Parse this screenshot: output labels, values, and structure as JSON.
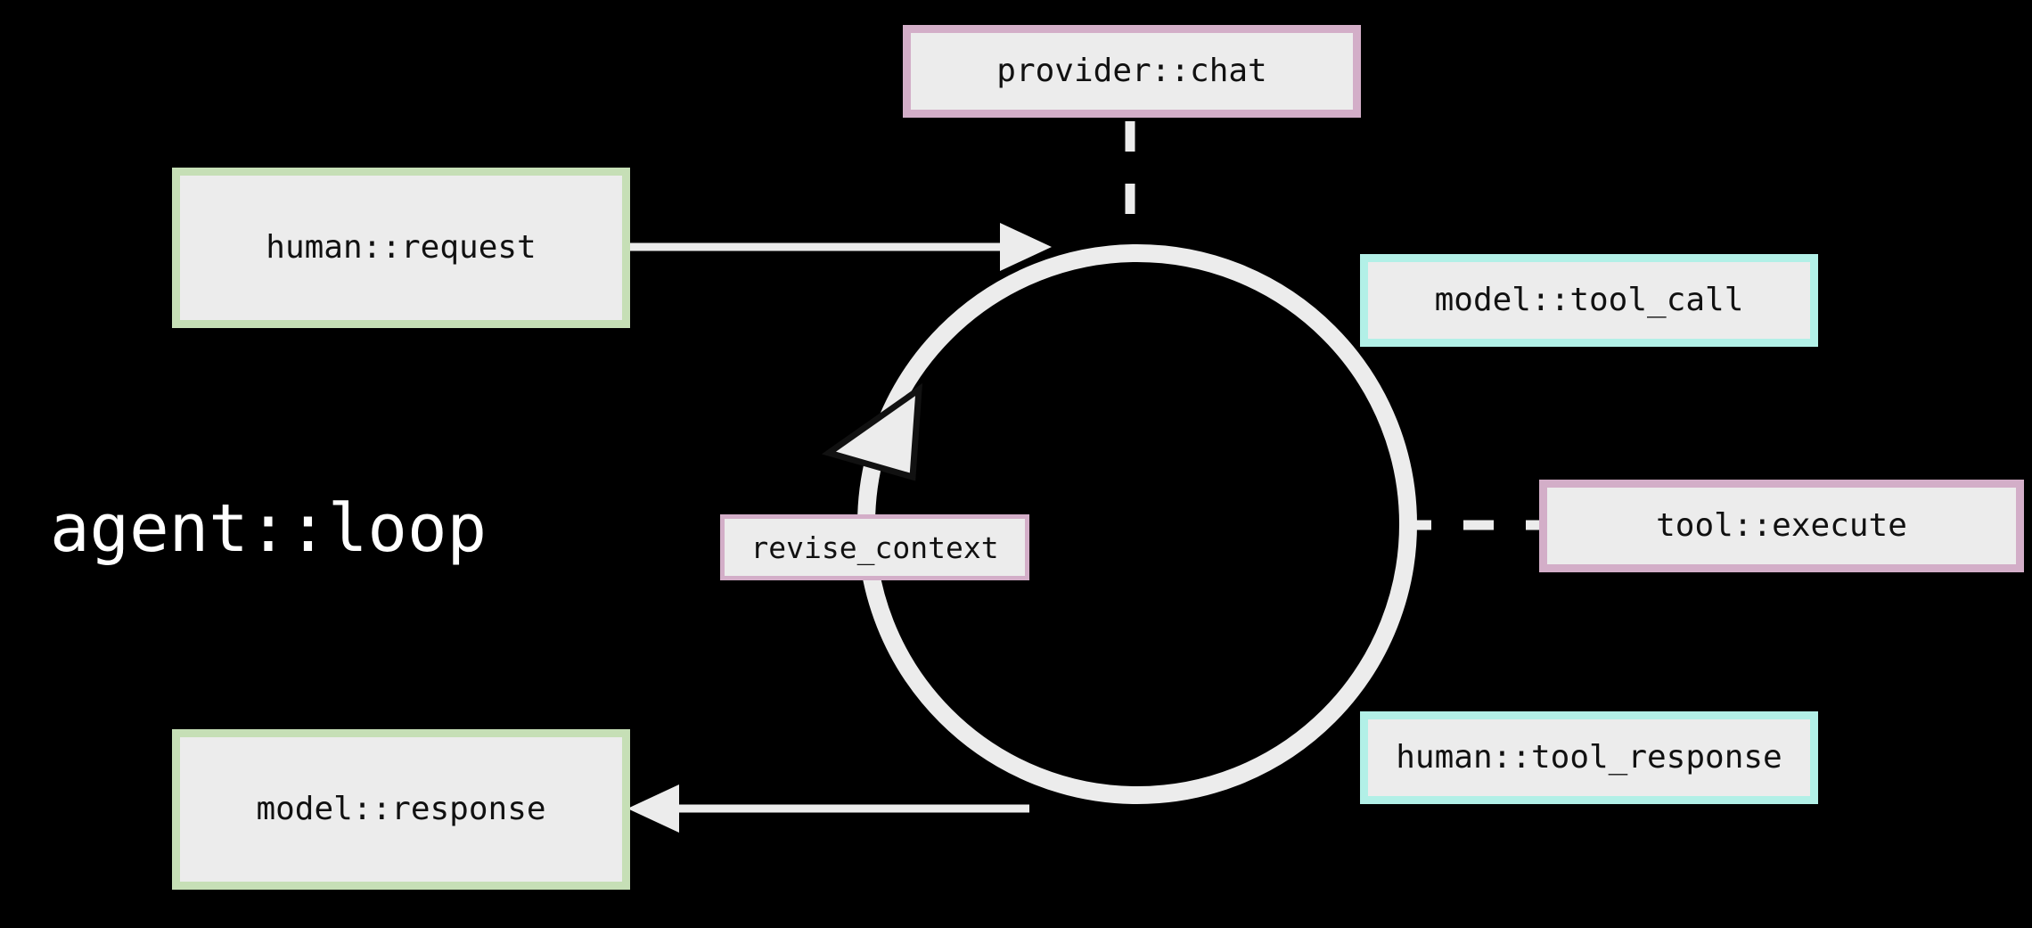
{
  "diagram": {
    "title": "agent::loop",
    "background_color": "#000000",
    "node_fill_color": "#ececec",
    "stroke_color": "#ececec",
    "text_color": "#111111",
    "title_color": "#ffffff",
    "palette": {
      "green": "#c6dfb6",
      "pink": "#d3aec8",
      "cyan": "#b2f0e7"
    },
    "nodes": [
      {
        "id": "human-request",
        "label": "human::request",
        "accent": "green"
      },
      {
        "id": "provider-chat",
        "label": "provider::chat",
        "accent": "pink"
      },
      {
        "id": "model-tool-call",
        "label": "model::tool_call",
        "accent": "cyan"
      },
      {
        "id": "tool-execute",
        "label": "tool::execute",
        "accent": "pink"
      },
      {
        "id": "human-tool-resp",
        "label": "human::tool_response",
        "accent": "cyan"
      },
      {
        "id": "revise-context",
        "label": "revise_context",
        "accent": "pink"
      },
      {
        "id": "model-response",
        "label": "model::response",
        "accent": "green"
      }
    ],
    "edges": [
      {
        "id": "request-to-loop",
        "from": "human::request",
        "to": "agent::loop",
        "style": "solid-arrow",
        "direction": "right"
      },
      {
        "id": "loop-to-response",
        "from": "agent::loop",
        "to": "model::response",
        "style": "solid-arrow",
        "direction": "left"
      },
      {
        "id": "loop-to-provider-chat",
        "from": "agent::loop",
        "to": "provider::chat",
        "style": "dashed",
        "direction": "up"
      },
      {
        "id": "loop-to-tool-execute",
        "from": "agent::loop",
        "to": "tool::execute",
        "style": "dashed",
        "direction": "right"
      },
      {
        "id": "loop-cycle",
        "from": "agent::loop",
        "to": "agent::loop",
        "style": "circular-arrow",
        "direction": "counter-clockwise"
      }
    ]
  }
}
